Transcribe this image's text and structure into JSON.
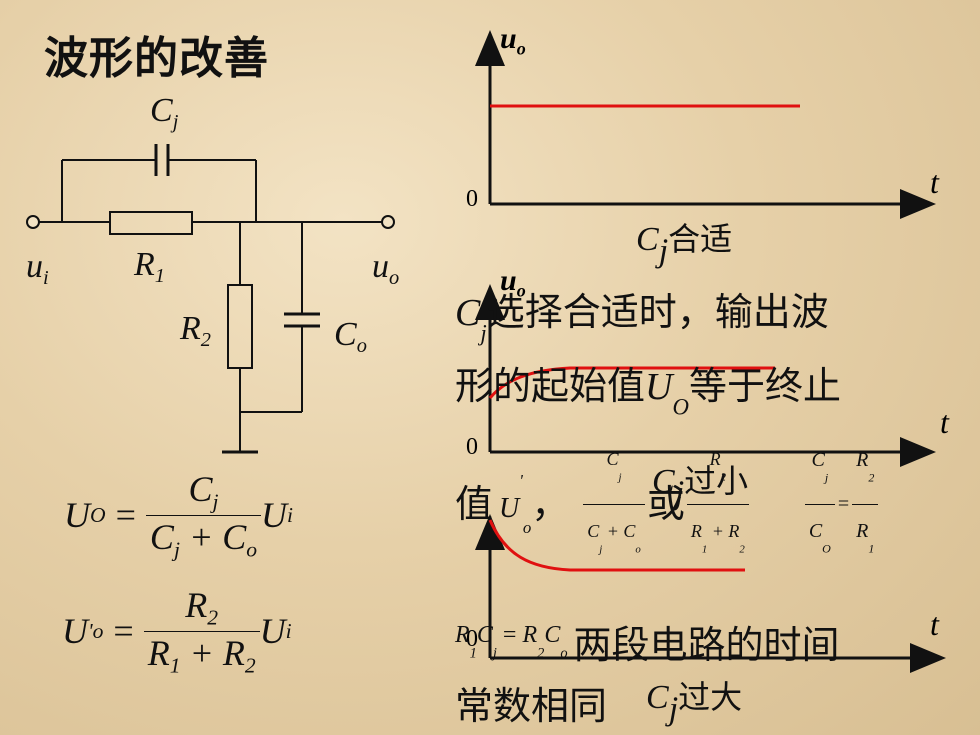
{
  "title": "波形的改善",
  "circuit": {
    "cj": "C",
    "cj_sub": "j",
    "r1": "R",
    "r1_sub": "1",
    "r2": "R",
    "r2_sub": "2",
    "co": "C",
    "co_sub": "o",
    "ui": "u",
    "ui_sub": "i",
    "uo": "u",
    "uo_sub": "o"
  },
  "formulas": {
    "f1_lhs": "U",
    "f1_lhs_sub": "O",
    "f1_num": "C",
    "f1_num_sub": "j",
    "f1_den": "C",
    "f1_den_sub1": "j",
    "f1_den_plus": " + C",
    "f1_den_sub2": "o",
    "f1_rhs": "U",
    "f1_rhs_sub": "i",
    "f2_lhs": "U",
    "f2_lhs_sup": "'",
    "f2_lhs_sub": "o",
    "f2_num": "R",
    "f2_num_sub": "2",
    "f2_den": "R",
    "f2_den_sub1": "1",
    "f2_den_plus": " + R",
    "f2_den_sub2": "2",
    "f2_rhs": "U",
    "f2_rhs_sub": "i",
    "equals": "="
  },
  "graphs": {
    "y_label": "u",
    "y_label_sub": "o",
    "x_label": "t",
    "origin": "0",
    "g1_caption_var": "C",
    "g1_caption_sub": "j",
    "g1_caption_text": "合适",
    "g2_caption_var": "C",
    "g2_caption_sub": "j",
    "g2_caption_text": "过小",
    "g3_caption_var": "C",
    "g3_caption_sub": "j",
    "g3_caption_text": "过大"
  },
  "overlay": {
    "line1_var": "C",
    "line1_sub": "j",
    "line1_text": "选择合适时，输出波",
    "line2_text_a": "形的起始值",
    "line2_var": "U",
    "line2_sub": "O",
    "line2_text_b": "等于终止",
    "line3_text_a": "值",
    "line3_var": "U",
    "line3_sup": "'",
    "line3_sub": "o",
    "line3_comma": "，",
    "line3_or": "或",
    "line4_lhs": "R",
    "line4_lhs_sub": "1",
    "line4_lhs_c": "C",
    "line4_lhs_c_sub": "j",
    "line4_eq": " = ",
    "line4_rhs": "R",
    "line4_rhs_sub": "2",
    "line4_rhs_c": "C",
    "line4_rhs_c_sub": "o",
    "line4_text": "两段电路的时间",
    "line5_text": "常数相同",
    "frac_a_num": "C",
    "frac_a_num_sub": "j",
    "frac_a_den": "C",
    "frac_a_den_sub1": "j",
    "frac_a_den_plus": " + C",
    "frac_a_den_sub2": "o",
    "frac_b_num": "R",
    "frac_b_num_sub": "2",
    "frac_b_den": "R",
    "frac_b_den_sub1": "1",
    "frac_b_den_plus": " + R",
    "frac_b_den_sub2": "2",
    "frac_c_num": "C",
    "frac_c_num_sub": "j",
    "frac_c_den": "C",
    "frac_c_den_sub": "O",
    "frac_d_num": "R",
    "frac_d_num_sub": "2",
    "frac_d_den": "R",
    "frac_d_den_sub": "1"
  },
  "colors": {
    "waveform": "#e01010",
    "ink": "#111111"
  }
}
